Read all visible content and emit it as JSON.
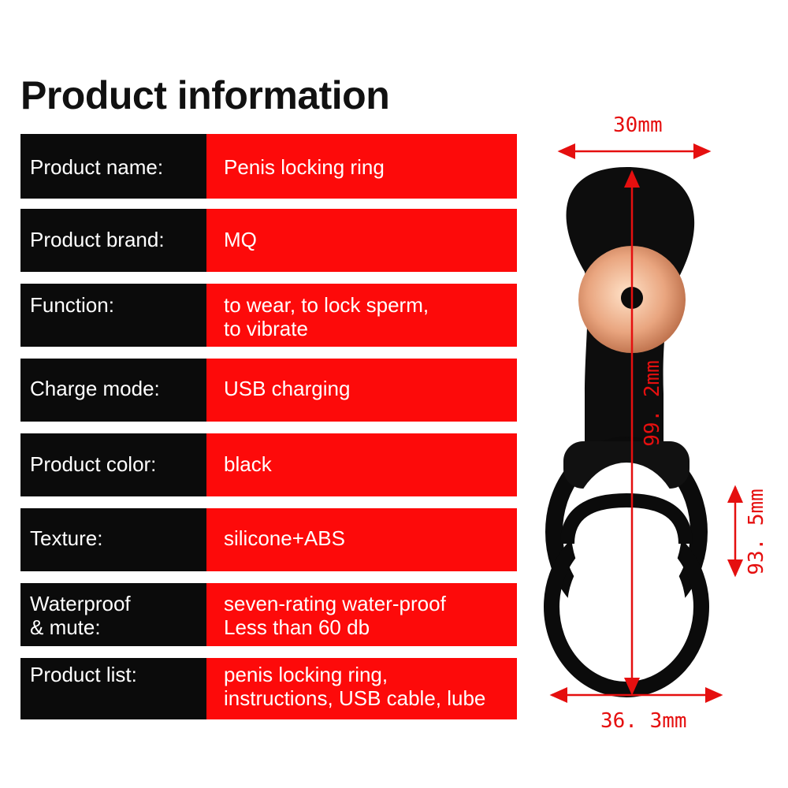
{
  "title": "Product information",
  "specs": [
    {
      "label": "Product name:",
      "value": "Penis locking ring"
    },
    {
      "label": "Product brand:",
      "value": "MQ"
    },
    {
      "label": "Function:",
      "value": "to wear, to lock sperm,\nto vibrate"
    },
    {
      "label": "Charge mode:",
      "value": "USB charging"
    },
    {
      "label": "Product color:",
      "value": "black"
    },
    {
      "label": "Texture:",
      "value": "silicone+ABS"
    },
    {
      "label": "Waterproof\n& mute:",
      "value": "seven-rating water-proof\nLess than 60 db"
    },
    {
      "label": "Product list:",
      "value": "  penis locking ring,\ninstructions, USB cable, lube"
    }
  ],
  "dimensions": {
    "top_width": "30mm",
    "length": "99. 2mm",
    "ring_height": "93. 5mm",
    "bottom_width": "36. 3mm"
  },
  "colors": {
    "label_bg": "#0b0b0b",
    "value_bg": "#fd0a0a",
    "dimension": "#e50f0f"
  }
}
